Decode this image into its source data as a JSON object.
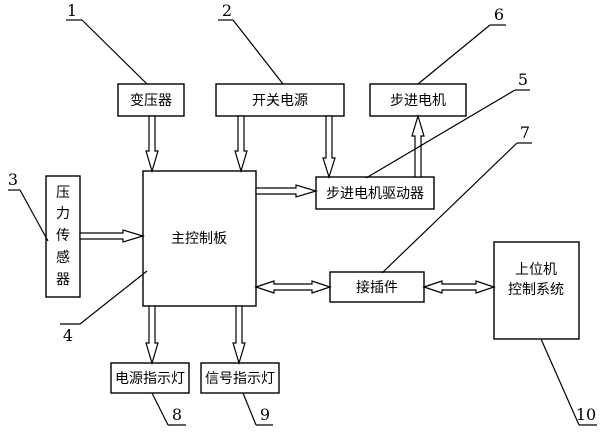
{
  "blocks": {
    "transformer": "变压器",
    "switch_power": "开关电源",
    "stepper_motor": "步进电机",
    "pressure_sensor": [
      "压",
      "力",
      "传",
      "感",
      "器"
    ],
    "main_board": "主控制板",
    "stepper_driver": "步进电机驱动器",
    "connector": "接插件",
    "host_system": [
      "上位机",
      "控制系统"
    ],
    "power_indicator": "电源指示灯",
    "signal_indicator": "信号指示灯"
  },
  "callouts": [
    "1",
    "2",
    "3",
    "4",
    "5",
    "6",
    "7",
    "8",
    "9",
    "10"
  ]
}
